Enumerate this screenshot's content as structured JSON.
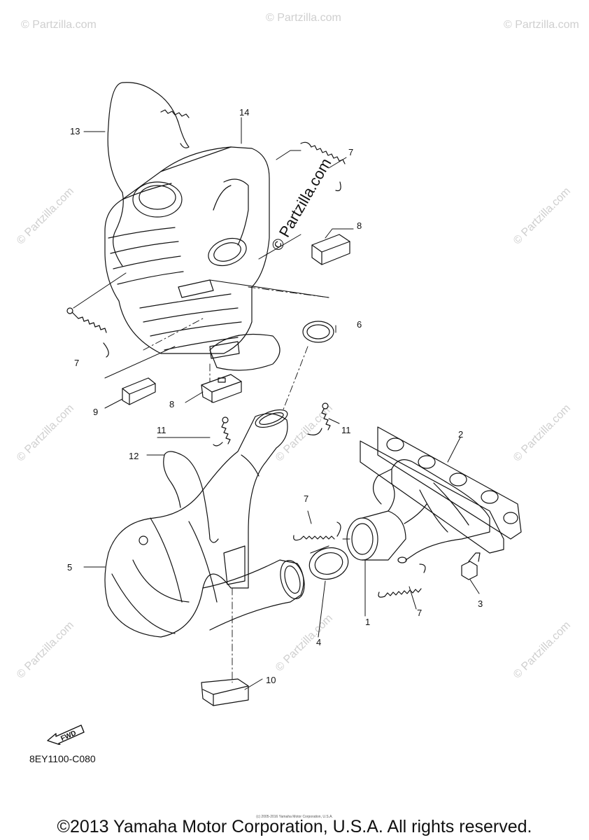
{
  "diagram": {
    "part_code": "8EY1100-C080",
    "copyright": "©2013 Yamaha Motor Corporation, U.S.A. All rights reserved.",
    "fine_print": "(c) 2005-2016 Yamaha Motor Corporation, U.S.A.",
    "watermark_main": "© Partzilla.com",
    "watermark_tile": "© Partzilla.com",
    "fwd_label": "FWD",
    "callouts": {
      "c1": "1",
      "c2": "2",
      "c3": "3",
      "c4": "4",
      "c5": "5",
      "c6": "6",
      "c7a": "7",
      "c7b": "7",
      "c7c": "7",
      "c7d": "7",
      "c8a": "8",
      "c8b": "8",
      "c9": "9",
      "c10": "10",
      "c11a": "11",
      "c11b": "11",
      "c12": "12",
      "c13": "13",
      "c14": "14"
    },
    "colors": {
      "line": "#111111",
      "watermark": "#cfcfcf"
    }
  }
}
